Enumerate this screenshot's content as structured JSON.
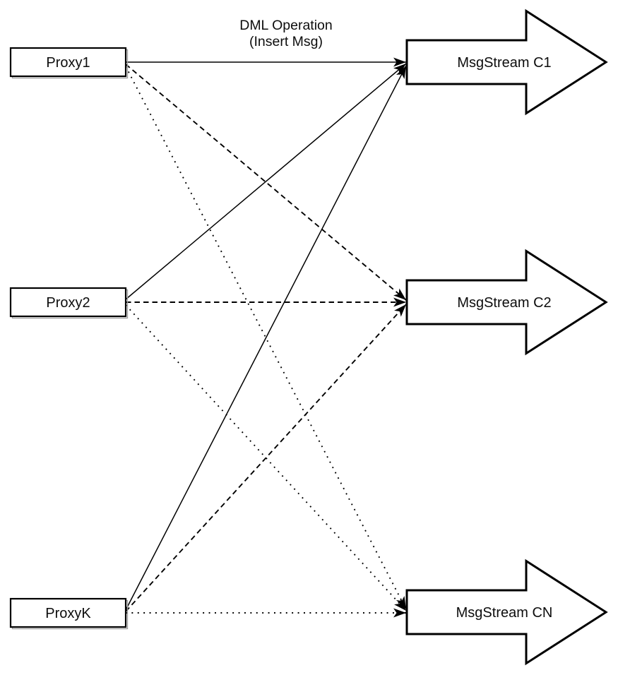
{
  "diagram": {
    "title": "proxy-to-msgstream-fanout-diagram",
    "annotation": {
      "line1": "DML Operation",
      "line2": "(Insert Msg)"
    },
    "proxies": [
      {
        "id": "proxy1",
        "label": "Proxy1"
      },
      {
        "id": "proxy2",
        "label": "Proxy2"
      },
      {
        "id": "proxyk",
        "label": "ProxyK"
      }
    ],
    "streams": [
      {
        "id": "msgstream-c1",
        "label": "MsgStream C1"
      },
      {
        "id": "msgstream-c2",
        "label": "MsgStream C2"
      },
      {
        "id": "msgstream-cn",
        "label": "MsgStream CN"
      }
    ],
    "edges": [
      {
        "from": "Proxy1",
        "to": "MsgStream C1",
        "style": "solid"
      },
      {
        "from": "Proxy2",
        "to": "MsgStream C1",
        "style": "solid"
      },
      {
        "from": "ProxyK",
        "to": "MsgStream C1",
        "style": "solid"
      },
      {
        "from": "Proxy1",
        "to": "MsgStream C2",
        "style": "dashed"
      },
      {
        "from": "Proxy2",
        "to": "MsgStream C2",
        "style": "dashed"
      },
      {
        "from": "ProxyK",
        "to": "MsgStream C2",
        "style": "dashed"
      },
      {
        "from": "Proxy1",
        "to": "MsgStream CN",
        "style": "dotted"
      },
      {
        "from": "Proxy2",
        "to": "MsgStream CN",
        "style": "dotted"
      },
      {
        "from": "ProxyK",
        "to": "MsgStream CN",
        "style": "dotted"
      }
    ],
    "colors": {
      "stroke": "#000000",
      "fill": "#ffffff",
      "text": "#0d0d0d"
    }
  }
}
